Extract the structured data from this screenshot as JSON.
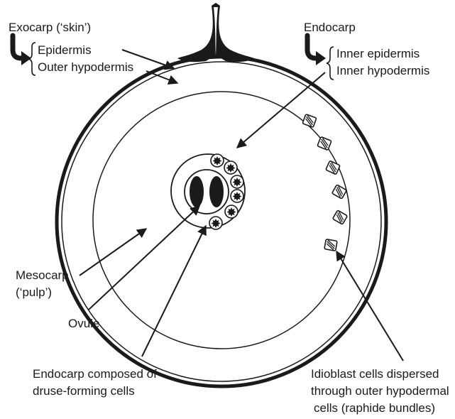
{
  "labels": {
    "exocarp": "Exocarp (‘skin’)",
    "epidermis": "Epidermis",
    "outer_hypodermis": "Outer hypodermis",
    "endocarp": "Endocarp",
    "inner_epidermis": "Inner epidermis",
    "inner_hypodermis": "Inner hypodermis",
    "mesocarp_line1": "Mesocarp",
    "mesocarp_line2": "(‘pulp’)",
    "ovule": "Ovule",
    "endocarp_druse_line1": "Endocarp composed of",
    "endocarp_druse_line2": "druse-forming cells",
    "idioblast_line1": "Idioblast cells dispersed",
    "idioblast_line2": "through outer hypodermal",
    "idioblast_line3": "cells (raphide bundles)"
  },
  "colors": {
    "ink": "#1a1a1a",
    "background": "#ffffff"
  }
}
